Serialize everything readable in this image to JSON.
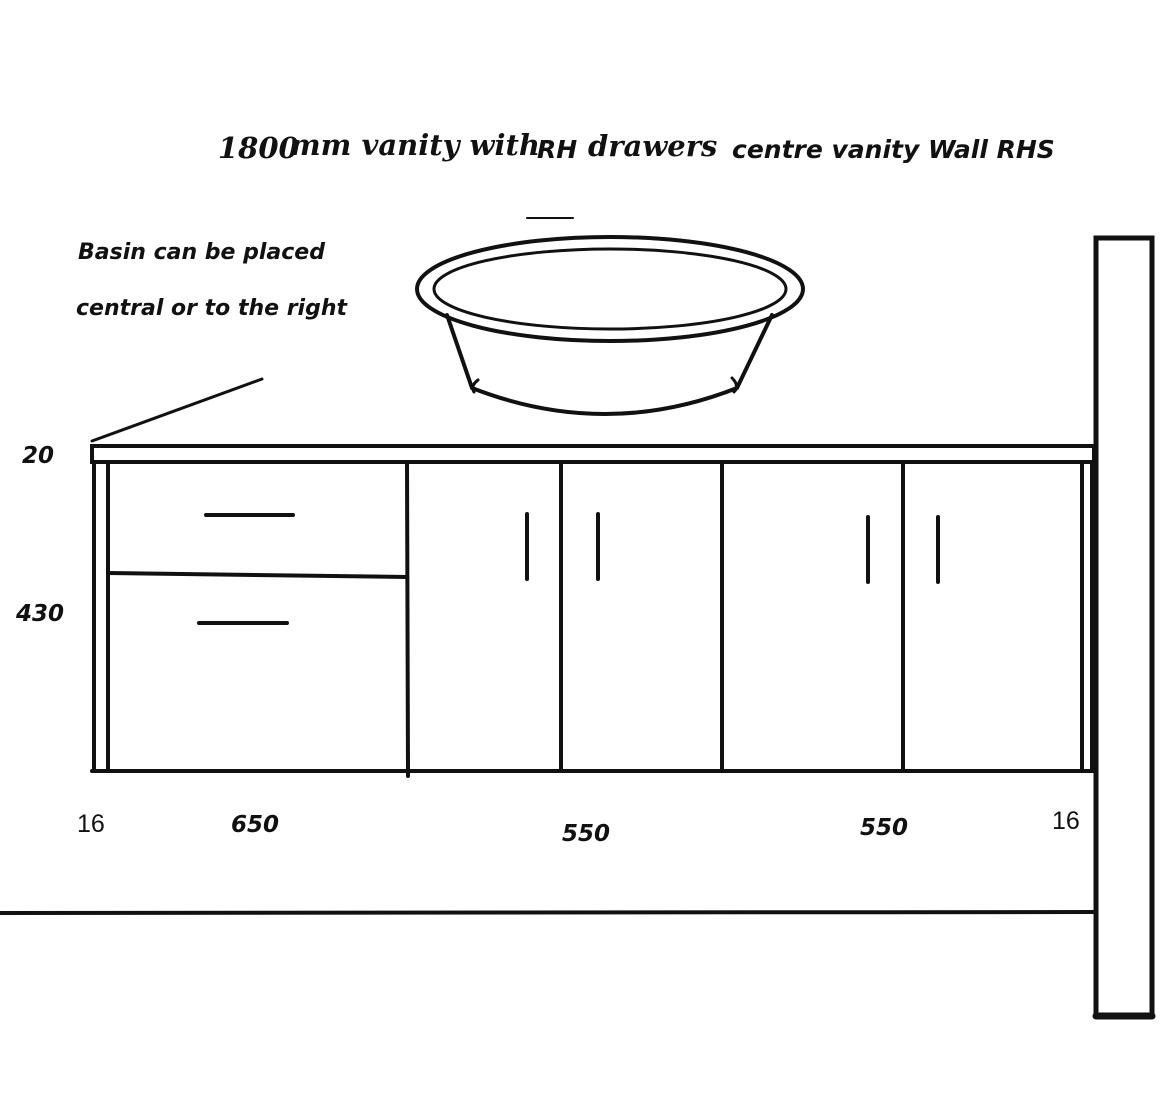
{
  "title": {
    "part1": "1800",
    "part2": "mm vanity with",
    "part3": "RH",
    "part4": "drawers",
    "part5": "centre vanity",
    "part6": "Wall RHS"
  },
  "note": {
    "line1": "Basin can be  placed",
    "line2": "central or to the right"
  },
  "dimensions": {
    "benchtop_thickness": "20",
    "cabinet_height": "430",
    "left_panel": "16",
    "drawer_section": "650",
    "middle_section": "550",
    "right_section": "550",
    "right_panel": "16"
  },
  "colors": {
    "ink": "#111111",
    "background": "#ffffff"
  }
}
